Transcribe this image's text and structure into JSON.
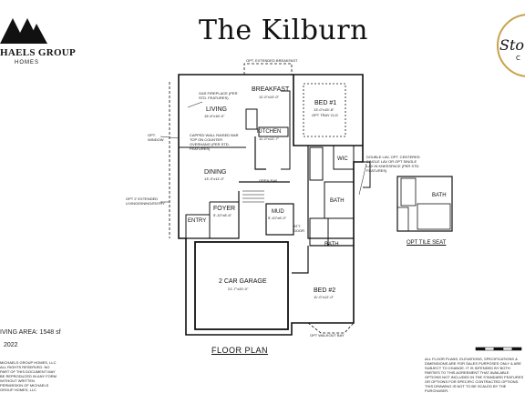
{
  "title": "The Kilburn",
  "logo": {
    "text": "HAELS GROUP",
    "subtext": "HOMES"
  },
  "badge": {
    "script": "Sto",
    "letter": "C"
  },
  "plan_label": "FLOOR PLAN",
  "option_label": "OPT TILE SEAT",
  "living_area_text": "IVING AREA: 1548 sf",
  "year_text": "2022",
  "rooms": {
    "breakfast": "BREAKFAST",
    "living": "LIVING",
    "kitchen": "KITCHEN",
    "bed1": "BED #1",
    "dining": "DINING",
    "foyer": "FOYER",
    "entry": "ENTRY",
    "mud": "MUD",
    "bath": "BATH",
    "bath2": "BATH",
    "wic": "WIC",
    "garage": "2 CAR GARAGE",
    "bed2": "BED #2",
    "opt_bath": "BATH"
  },
  "dims": {
    "breakfast": "11'-0\"x10'-0\"",
    "living": "15'-6\"x16'-0\"",
    "kitchen": "11'-0\"x12'-7\"",
    "bed1": "13'-0\"x15'-8\"",
    "dining": "13'-3\"x11'-0\"",
    "foyer": "5'-10\"x8'-6\"",
    "mud": "5'-10\"x6'-0\"",
    "garage": "21'-7\"x20'-0\"",
    "bed2": "11'-0\"x12'-0\""
  },
  "notes": {
    "opt_ext_breakfast": "OPT. EXTENDED BREAKFAST",
    "gas_fireplace": "GAS FIREPLACE (PER STD. FEATURES)",
    "capped_wall": "CAPPED WALL RAISED BAR TOP ON COUNTER OVERHANG (PER STD. FEATURES)",
    "opt_window": "OPT. WINDOW",
    "opt_extended_living": "OPT 2' EXTENDED LIVING/DINING/ENTRY",
    "double_lav": "DOUBLE LAV, OPT. CENTERED SINGLE LAV OR OPT SINGLE LAV IN KNEESPACE (PER STD. FEATURES)",
    "opt_tray": "OPT TRAY CLG",
    "open_rail": "OPEN RAIL",
    "opt_walkout": "OPT WALKOUT BAY",
    "att_door": "ATT. DOOR"
  },
  "disclaimer": "ALL FLOOR PLANS, ELEVATIONS, SPECIFICATIONS & DIMENSIONS ARE FOR SALES PURPOSES ONLY & ARE SUBJECT TO CHANGE. IT IS INTENDED BY BOTH PARTIES TO THIS AGREEMENT THAT AVAILABLE OPTIONS NOT INCLUDED IN THE STANDARD FEATURES OR OPTIONS FOR SPECIFIC CONTRACTED OPTIONS. THIS DRAWING IS NOT TO BE SCALED BY THE PURCHASER.",
  "copyright": "MICHAELS GROUP HOMES, LLC ALL RIGHTS RESERVED. NO PART OF THIS DOCUMENT MAY BE REPRODUCED IN ANY FORM WITHOUT WRITTEN PERMISSION OF MICHAELS GROUP HOMES, LLC"
}
